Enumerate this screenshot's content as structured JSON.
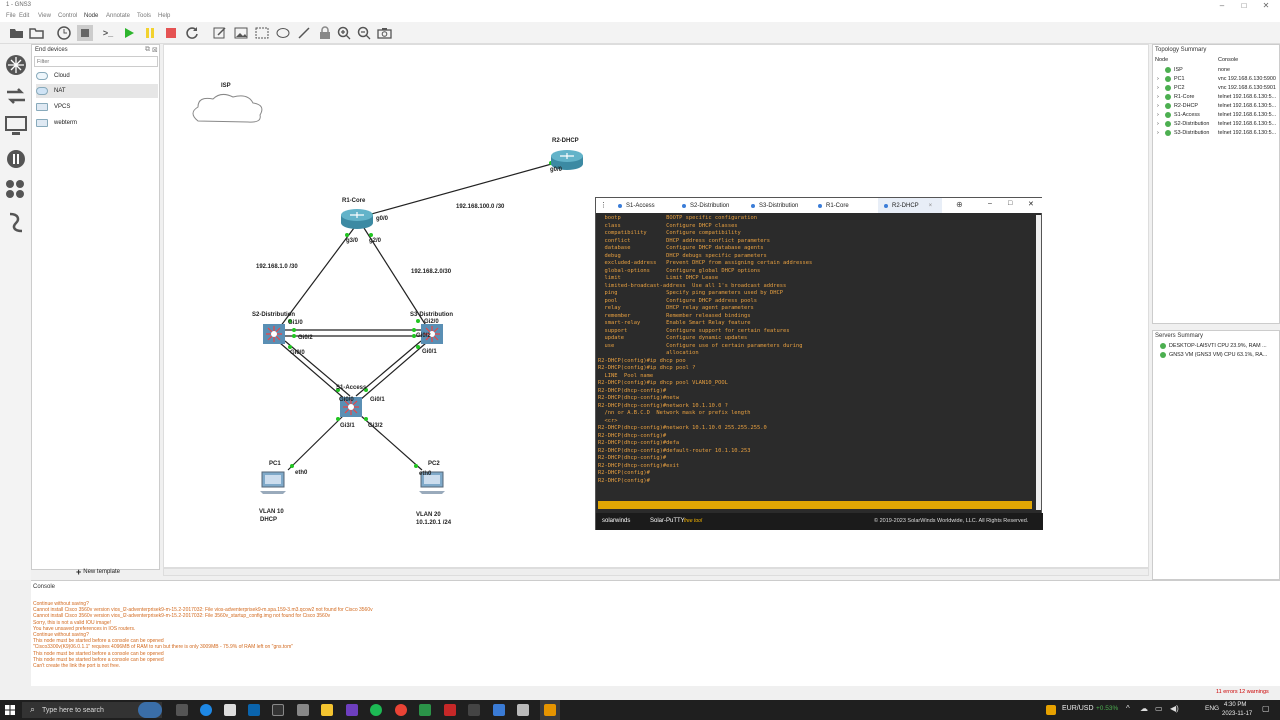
{
  "window": {
    "title": "1 - GNS3",
    "minimize": "–",
    "maximize": "□",
    "close": "✕"
  },
  "menu": [
    "File",
    "Edit",
    "View",
    "Control",
    "Node",
    "Annotate",
    "Tools",
    "Help"
  ],
  "end_devices": {
    "title": "End devices",
    "filter_placeholder": "Filter",
    "items": [
      "Cloud",
      "NAT",
      "VPCS",
      "webterm"
    ],
    "new_template": "New template"
  },
  "topology": {
    "isp": "ISP",
    "r2": "R2-DHCP",
    "r2_g00": "g0/0",
    "r1": "R1-Core",
    "r1_g00": "g0/0",
    "r1_g30": "g3/0",
    "r1_g20": "g2/0",
    "link_r1_r2": "192.168.100.0 /30",
    "link_r1_s2": "192.168.1.0 /30",
    "link_r1_s3": "192.168.2.0/30",
    "s2": "S2-Distribution",
    "s2_g10": "Gi1/0",
    "s2_g02": "Gi0/2",
    "s2_g00": "Gi0/0",
    "s3": "S3-Distribution",
    "s3_g20": "Gi2/0",
    "s3_g02": "Gi0/2",
    "s3_g01": "Gi0/1",
    "s1": "S1-Access",
    "s1_g00": "Gi0/0",
    "s1_g01": "Gi0/1",
    "s1_g31": "Gi3/1",
    "s1_g32": "Gi3/2",
    "pc1": "PC1",
    "pc1_eth": "eth0",
    "pc2": "PC2",
    "pc2_eth": "eth0",
    "vlan10_a": "VLAN 10",
    "vlan10_b": "DHCP",
    "vlan20_a": "VLAN 20",
    "vlan20_b": "10.1.20.1 /24"
  },
  "terminal": {
    "tabs": [
      "S1-Access",
      "S2-Distribution",
      "S3-Distribution",
      "R1-Core",
      "R2-DHCP"
    ],
    "lines": [
      "  bootp              BOOTP specific configuration",
      "  class              Configure DHCP classes",
      "  compatibility      Configure compatibility",
      "  conflict           DHCP address conflict parameters",
      "  database           Configure DHCP database agents",
      "  debug              DHCP debugs specific parameters",
      "  excluded-address   Prevent DHCP from assigning certain addresses",
      "  global-options     Configure global DHCP options",
      "  limit              Limit DHCP Lease",
      "  limited-broadcast-address  Use all 1's broadcast address",
      "  ping               Specify ping parameters used by DHCP",
      "  pool               Configure DHCP address pools",
      "  relay              DHCP relay agent parameters",
      "  remember           Remember released bindings",
      "  smart-relay        Enable Smart Relay feature",
      "  support            Configure support for certain features",
      "  update             Configure dynamic updates",
      "  use                Configure use of certain parameters during",
      "                     allocation",
      "",
      "R2-DHCP(config)#ip dhcp poo",
      "R2-DHCP(config)#ip dhcp pool ?",
      "  LINE  Pool name",
      "",
      "R2-DHCP(config)#ip dhcp pool VLAN10_POOL",
      "R2-DHCP(dhcp-config)#",
      "R2-DHCP(dhcp-config)#netw",
      "R2-DHCP(dhcp-config)#network 10.1.10.0 ?",
      "  /nn or A.B.C.D  Network mask or prefix length",
      "  <cr>",
      "",
      "R2-DHCP(dhcp-config)#network 10.1.10.0 255.255.255.0",
      "R2-DHCP(dhcp-config)#",
      "R2-DHCP(dhcp-config)#defa",
      "R2-DHCP(dhcp-config)#default-router 10.1.10.253",
      "R2-DHCP(dhcp-config)#",
      "R2-DHCP(dhcp-config)#exit",
      "R2-DHCP(config)#",
      "R2-DHCP(config)#"
    ],
    "footer_brand": "solarwinds",
    "footer_app": "Solar-PuTTY",
    "footer_free": "free tool",
    "footer_copy": "© 2019-2023 SolarWinds Worldwide, LLC. All Rights Reserved."
  },
  "topology_summary": {
    "title": "Topology Summary",
    "col_node": "Node",
    "col_console": "Console",
    "rows": [
      {
        "node": "ISP",
        "console": "none"
      },
      {
        "node": "PC1",
        "console": "vnc 192.168.6.130:5900"
      },
      {
        "node": "PC2",
        "console": "vnc 192.168.6.130:5901"
      },
      {
        "node": "R1-Core",
        "console": "telnet 192.168.6.130:5..."
      },
      {
        "node": "R2-DHCP",
        "console": "telnet 192.168.6.130:5..."
      },
      {
        "node": "S1-Access",
        "console": "telnet 192.168.6.130:5..."
      },
      {
        "node": "S2-Distribution",
        "console": "telnet 192.168.6.130:5..."
      },
      {
        "node": "S3-Distribution",
        "console": "telnet 192.168.6.130:5..."
      }
    ]
  },
  "servers_summary": {
    "title": "Servers Summary",
    "rows": [
      "DESKTOP-LAI5VTI CPU 23.9%, RAM ...",
      "GNS3 VM (GNS3 VM) CPU 63.1%, RA..."
    ]
  },
  "console": {
    "title": "Console",
    "lines": [
      "Continue without saving?",
      "Cannot install Cisco 3560v version vios_l2-adventerprisek9-m-15.2-2017032: File vios-adventerprisek9-m.spa.159-3.m3.qcow2 not found for Cisco 3560v",
      "Cannot install Cisco 3560v version vios_l2-adventerprisek9-m-15.2-2017032: File 3560v_startup_config.img not found for Cisco 3560v",
      "Sorry, this is not a valid IOU image!",
      "You have unsaved preferences in IOS routers.",
      "",
      "Continue without saving?",
      "This node must be started before a console can be opened",
      "\"Cisco3300v(K9)06.0.1.1\" requires 4096MB of RAM to run but there is only 3009MB - 75.9% of RAM left on \"gns.tom\"",
      "This node must be started before a console can be opened",
      "This node must be started before a console can be opened",
      "Can't create the link the port is not free."
    ],
    "status": "11 errors 12 warnings"
  },
  "taskbar": {
    "search_placeholder": "Type here to search",
    "currency": "EUR/USD",
    "change": "+0.53%",
    "lang": "ENG",
    "time": "4:30 PM",
    "date": "2023-11-17"
  },
  "colors": {
    "accent": "#3b7dd8",
    "terminal_text": "#e8a040",
    "highlight": "#f4b400",
    "link_green": "#21c521"
  }
}
